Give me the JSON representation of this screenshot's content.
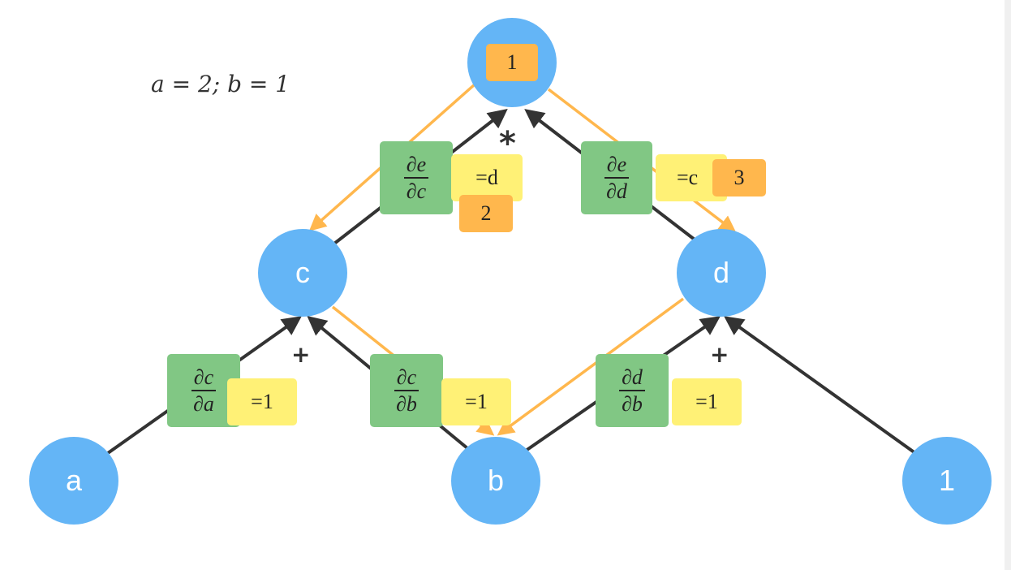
{
  "assignment": "a = 2; b = 1",
  "nodes": {
    "a": "a",
    "b": "b",
    "c": "c",
    "d": "d",
    "one": "1",
    "e_value": "1"
  },
  "operators": {
    "multiply": "*",
    "plus_c": "+",
    "plus_d": "+"
  },
  "derivatives": {
    "de_dc": {
      "num": "∂e",
      "den": "∂c",
      "value": "=d",
      "grad": "2"
    },
    "de_dd": {
      "num": "∂e",
      "den": "∂d",
      "value": "=c",
      "grad": "3"
    },
    "dc_da": {
      "num": "∂c",
      "den": "∂a",
      "value": "=1"
    },
    "dc_db": {
      "num": "∂c",
      "den": "∂b",
      "value": "=1"
    },
    "dd_db": {
      "num": "∂d",
      "den": "∂b",
      "value": "=1"
    }
  },
  "colors": {
    "node": "#64b5f6",
    "derivative": "#81c784",
    "local_value": "#fff176",
    "gradient": "#ffb74d",
    "forward_edge": "#333333",
    "backward_edge": "#ffb74d"
  }
}
